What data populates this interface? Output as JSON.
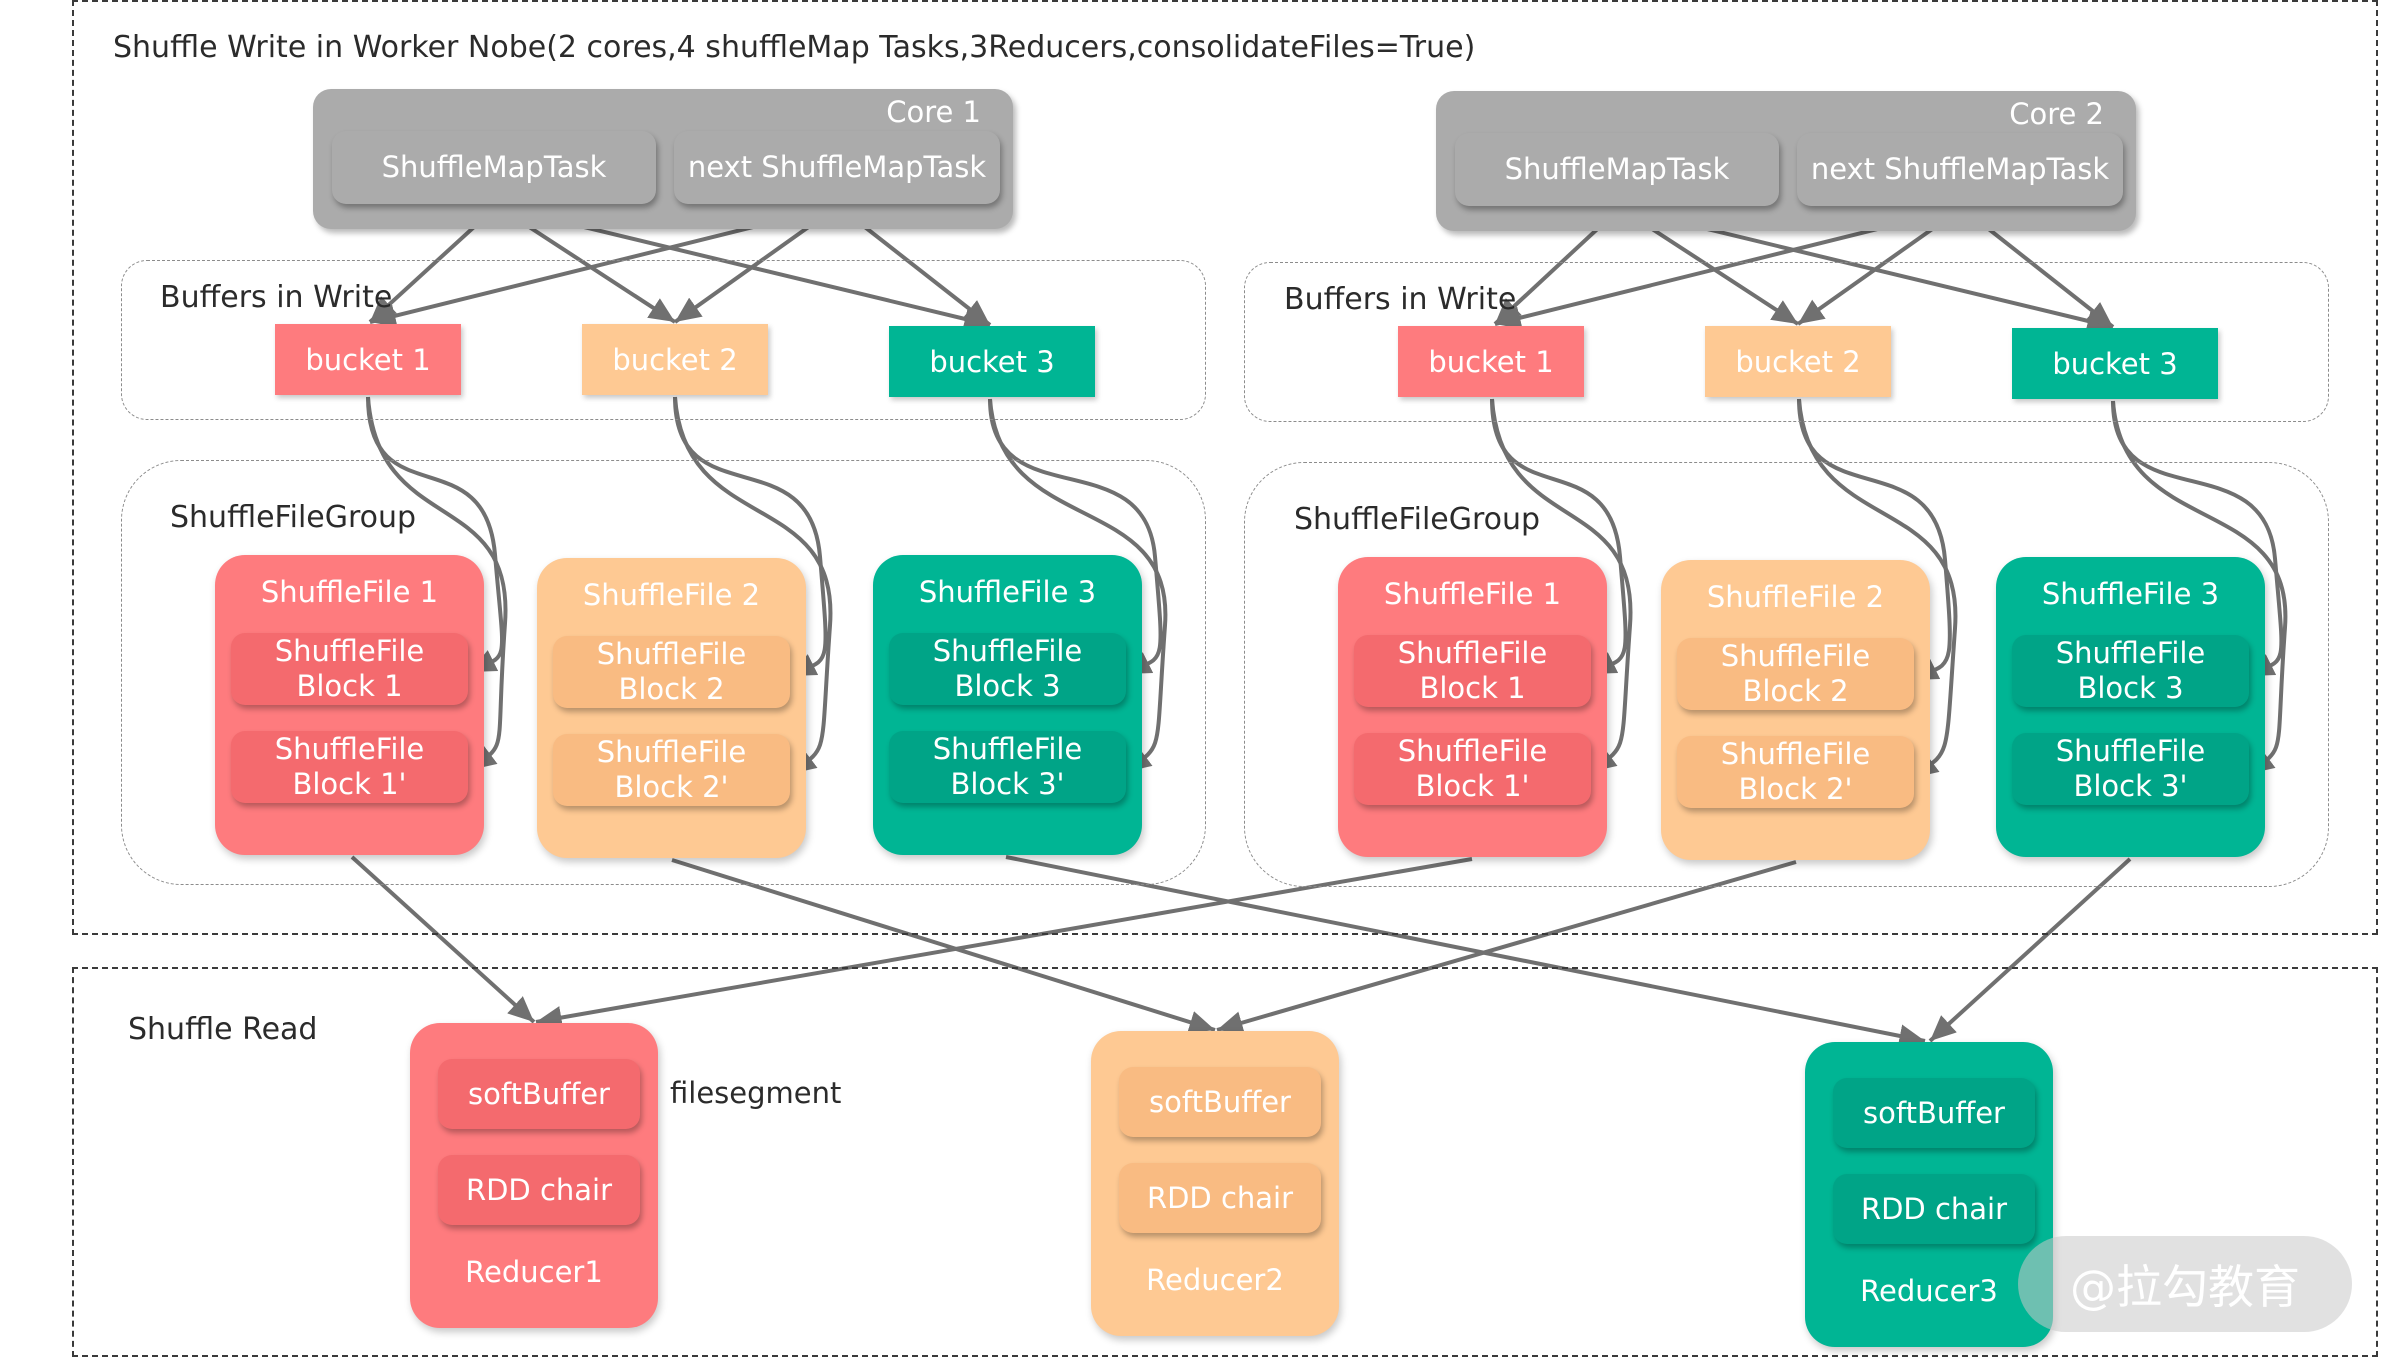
{
  "colors": {
    "core": "#ababab",
    "bucket_1": "#fe7b7e",
    "bucket_2": "#fec993",
    "bucket_3": "#00b594",
    "file_1": "#fe7b7e",
    "file_1_block": "#f46a6e",
    "file_2": "#fec993",
    "file_2_block": "#f9bb82",
    "file_3": "#00b594",
    "file_3_block": "#00a487",
    "arrow": "#707070",
    "dashed_border": "#3a3a3a"
  },
  "write_region": {
    "title": "Shuffle Write in Worker Nobe(2 cores,4 shuffleMap Tasks,3Reducers,consolidateFiles=True)"
  },
  "read_region": {
    "title": "Shuffle Read"
  },
  "cores": [
    {
      "label": "Core 1",
      "task_1": "ShuffleMapTask",
      "task_2": "next ShuffleMapTask",
      "buffers_title": "Buffers in Write",
      "buckets": [
        "bucket 1",
        "bucket 2",
        "bucket 3"
      ],
      "filegroup_title": "ShuffleFileGroup",
      "files": [
        {
          "title": "ShuffleFile 1",
          "blocks": [
            "ShuffleFile Block 1",
            "ShuffleFile Block 1'"
          ]
        },
        {
          "title": "ShuffleFile 2",
          "blocks": [
            "ShuffleFile Block 2",
            "ShuffleFile Block 2'"
          ]
        },
        {
          "title": "ShuffleFile 3",
          "blocks": [
            "ShuffleFile Block 3",
            "ShuffleFile Block 3'"
          ]
        }
      ]
    },
    {
      "label": "Core 2",
      "task_1": "ShuffleMapTask",
      "task_2": "next ShuffleMapTask",
      "buffers_title": "Buffers in Write",
      "buckets": [
        "bucket 1",
        "bucket 2",
        "bucket 3"
      ],
      "filegroup_title": "ShuffleFileGroup",
      "files": [
        {
          "title": "ShuffleFile 1",
          "blocks": [
            "ShuffleFile Block 1",
            "ShuffleFile Block 1'"
          ]
        },
        {
          "title": "ShuffleFile 2",
          "blocks": [
            "ShuffleFile Block 2",
            "ShuffleFile Block 2'"
          ]
        },
        {
          "title": "ShuffleFile 3",
          "blocks": [
            "ShuffleFile Block 3",
            "ShuffleFile Block 3'"
          ]
        }
      ]
    }
  ],
  "reducers": [
    {
      "buffer": "softBuffer",
      "chain": "RDD chair",
      "name": "Reducer1"
    },
    {
      "buffer": "softBuffer",
      "chain": "RDD chair",
      "name": "Reducer2"
    },
    {
      "buffer": "softBuffer",
      "chain": "RDD chair",
      "name": "Reducer3"
    }
  ],
  "filesegment_label": "filesegment",
  "watermark": "@拉勾教育"
}
